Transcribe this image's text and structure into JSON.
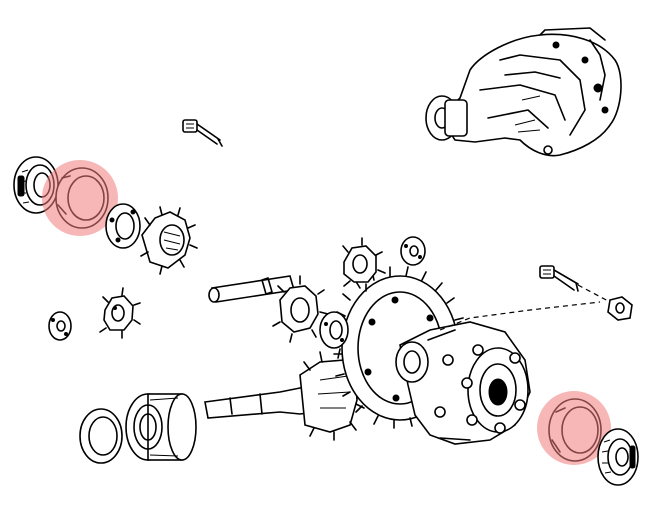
{
  "diagram": {
    "style": "exploded parts drawing",
    "highlight_color": "#f07c7c",
    "highlight_opacity": 0.55,
    "highlighted_parts": [
      "left-bearing-outer-race",
      "right-bearing-outer-race"
    ]
  }
}
